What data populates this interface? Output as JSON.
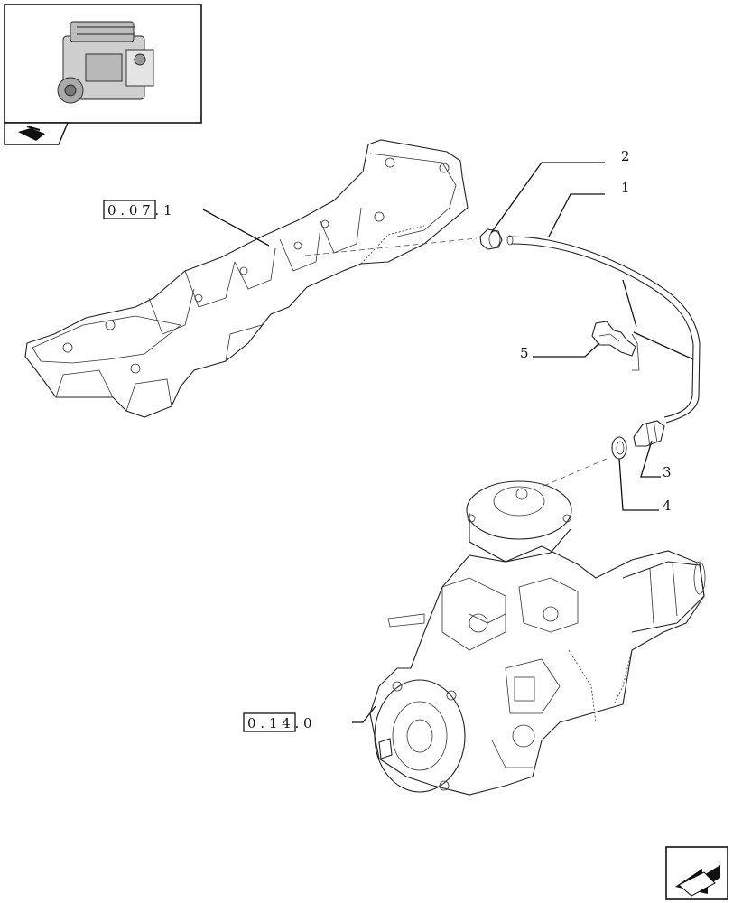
{
  "diagram": {
    "callouts": [
      {
        "id": "c1",
        "label": "1"
      },
      {
        "id": "c2",
        "label": "2"
      },
      {
        "id": "c3",
        "label": "3"
      },
      {
        "id": "c4",
        "label": "4"
      },
      {
        "id": "c5",
        "label": "5"
      }
    ],
    "references": [
      {
        "id": "ref-manifold",
        "label": "0 . 0 7 . 1"
      },
      {
        "id": "ref-pump",
        "label": "0 . 1 4 . 0"
      }
    ]
  }
}
